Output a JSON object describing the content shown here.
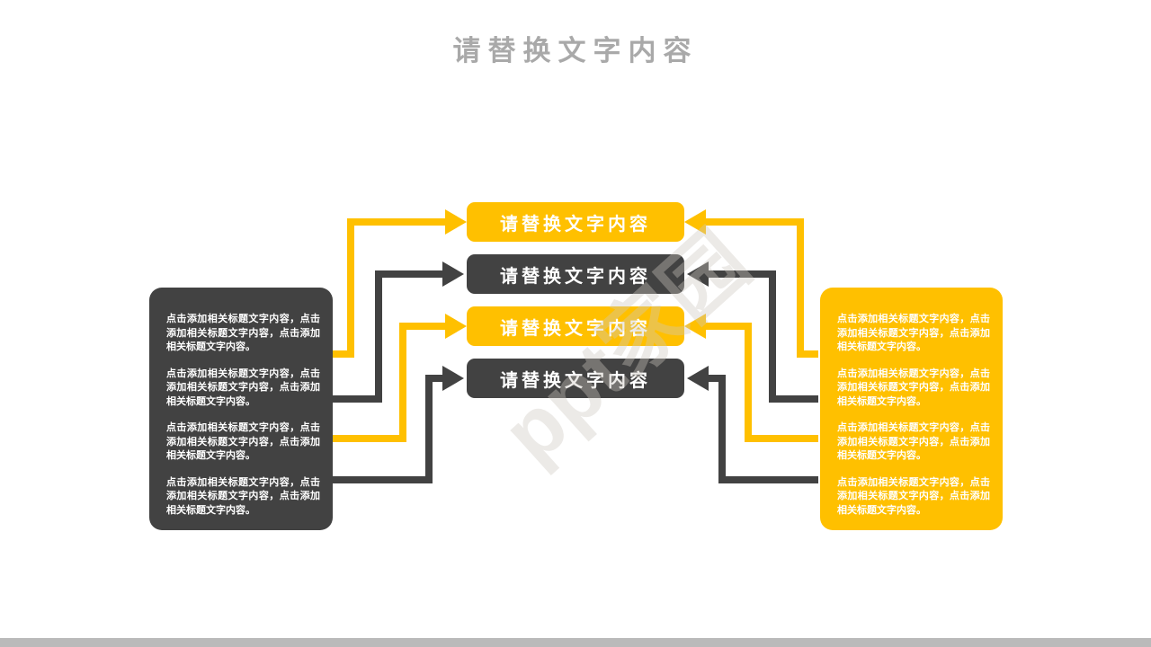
{
  "slide": {
    "title": "请替换文字内容",
    "watermark": "ppt家园"
  },
  "center_boxes": [
    {
      "label": "请替换文字内容",
      "style": "yellow"
    },
    {
      "label": "请替换文字内容",
      "style": "dark"
    },
    {
      "label": "请替换文字内容",
      "style": "yellow"
    },
    {
      "label": "请替换文字内容",
      "style": "dark"
    }
  ],
  "left_panel": {
    "paragraphs": [
      "点击添加相关标题文字内容，点击添加相关标题文字内容，点击添加相关标题文字内容。",
      "点击添加相关标题文字内容，点击添加相关标题文字内容，点击添加相关标题文字内容。",
      "点击添加相关标题文字内容，点击添加相关标题文字内容，点击添加相关标题文字内容。",
      "点击添加相关标题文字内容，点击添加相关标题文字内容，点击添加相关标题文字内容。"
    ]
  },
  "right_panel": {
    "paragraphs": [
      "点击添加相关标题文字内容，点击添加相关标题文字内容，点击添加相关标题文字内容。",
      "点击添加相关标题文字内容，点击添加相关标题文字内容，点击添加相关标题文字内容。",
      "点击添加相关标题文字内容，点击添加相关标题文字内容，点击添加相关标题文字内容。",
      "点击添加相关标题文字内容，点击添加相关标题文字内容，点击添加相关标题文字内容。"
    ]
  },
  "colors": {
    "yellow": "#FFC000",
    "dark": "#424242",
    "title_gray": "#A9A9A9",
    "footer_gray": "#BABABA"
  }
}
